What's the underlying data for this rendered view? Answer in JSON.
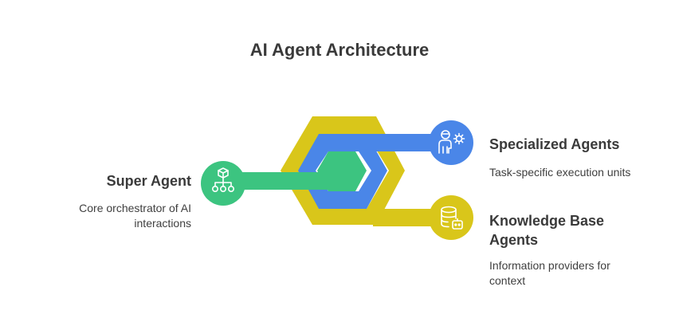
{
  "title": "AI Agent Architecture",
  "nodes": {
    "super_agent": {
      "title": "Super Agent",
      "description": "Core orchestrator of AI interactions",
      "icon": "hierarchy-network-icon",
      "color": "#3cc480"
    },
    "specialized_agents": {
      "title": "Specialized Agents",
      "description": "Task-specific execution units",
      "icon": "person-gear-icon",
      "color": "#4a86e8"
    },
    "knowledge_base_agents": {
      "title": "Knowledge Base Agents",
      "description": "Information providers for context",
      "icon": "database-robot-icon",
      "color": "#d9c61a"
    }
  }
}
